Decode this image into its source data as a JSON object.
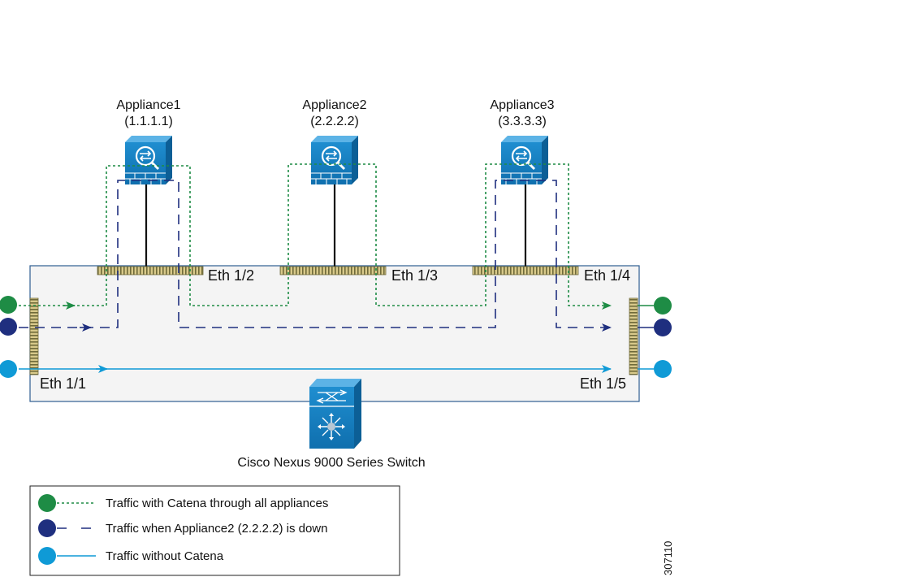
{
  "appliances": [
    {
      "name": "Appliance1",
      "ip": "(1.1.1.1)"
    },
    {
      "name": "Appliance2",
      "ip": "(2.2.2.2)"
    },
    {
      "name": "Appliance3",
      "ip": "(3.3.3.3)"
    }
  ],
  "ports": {
    "eth11": "Eth 1/1",
    "eth12": "Eth 1/2",
    "eth13": "Eth 1/3",
    "eth14": "Eth 1/4",
    "eth15": "Eth 1/5"
  },
  "switch_label": "Cisco Nexus  9000 Series Switch",
  "legend": [
    {
      "text": "Traffic with Catena through all appliances",
      "color": "#1e8c45",
      "style": "dotted"
    },
    {
      "text": "Traffic when Appliance2 (2.2.2.2) is down",
      "color": "#1f2f7f",
      "style": "dashed"
    },
    {
      "text": "Traffic without Catena",
      "color": "#0f9ad6",
      "style": "solid"
    }
  ],
  "figure_id": "307110",
  "colors": {
    "green": "#1e8c45",
    "navy": "#1f2f7f",
    "cyan": "#0f9ad6",
    "appliance_blue": "#1582c5",
    "switch_bg": "#f4f4f4",
    "switch_border": "#2e5d91",
    "port_fill": "#d8c98a"
  },
  "icons": [
    "firewall-icon",
    "nexus-switch-icon"
  ]
}
